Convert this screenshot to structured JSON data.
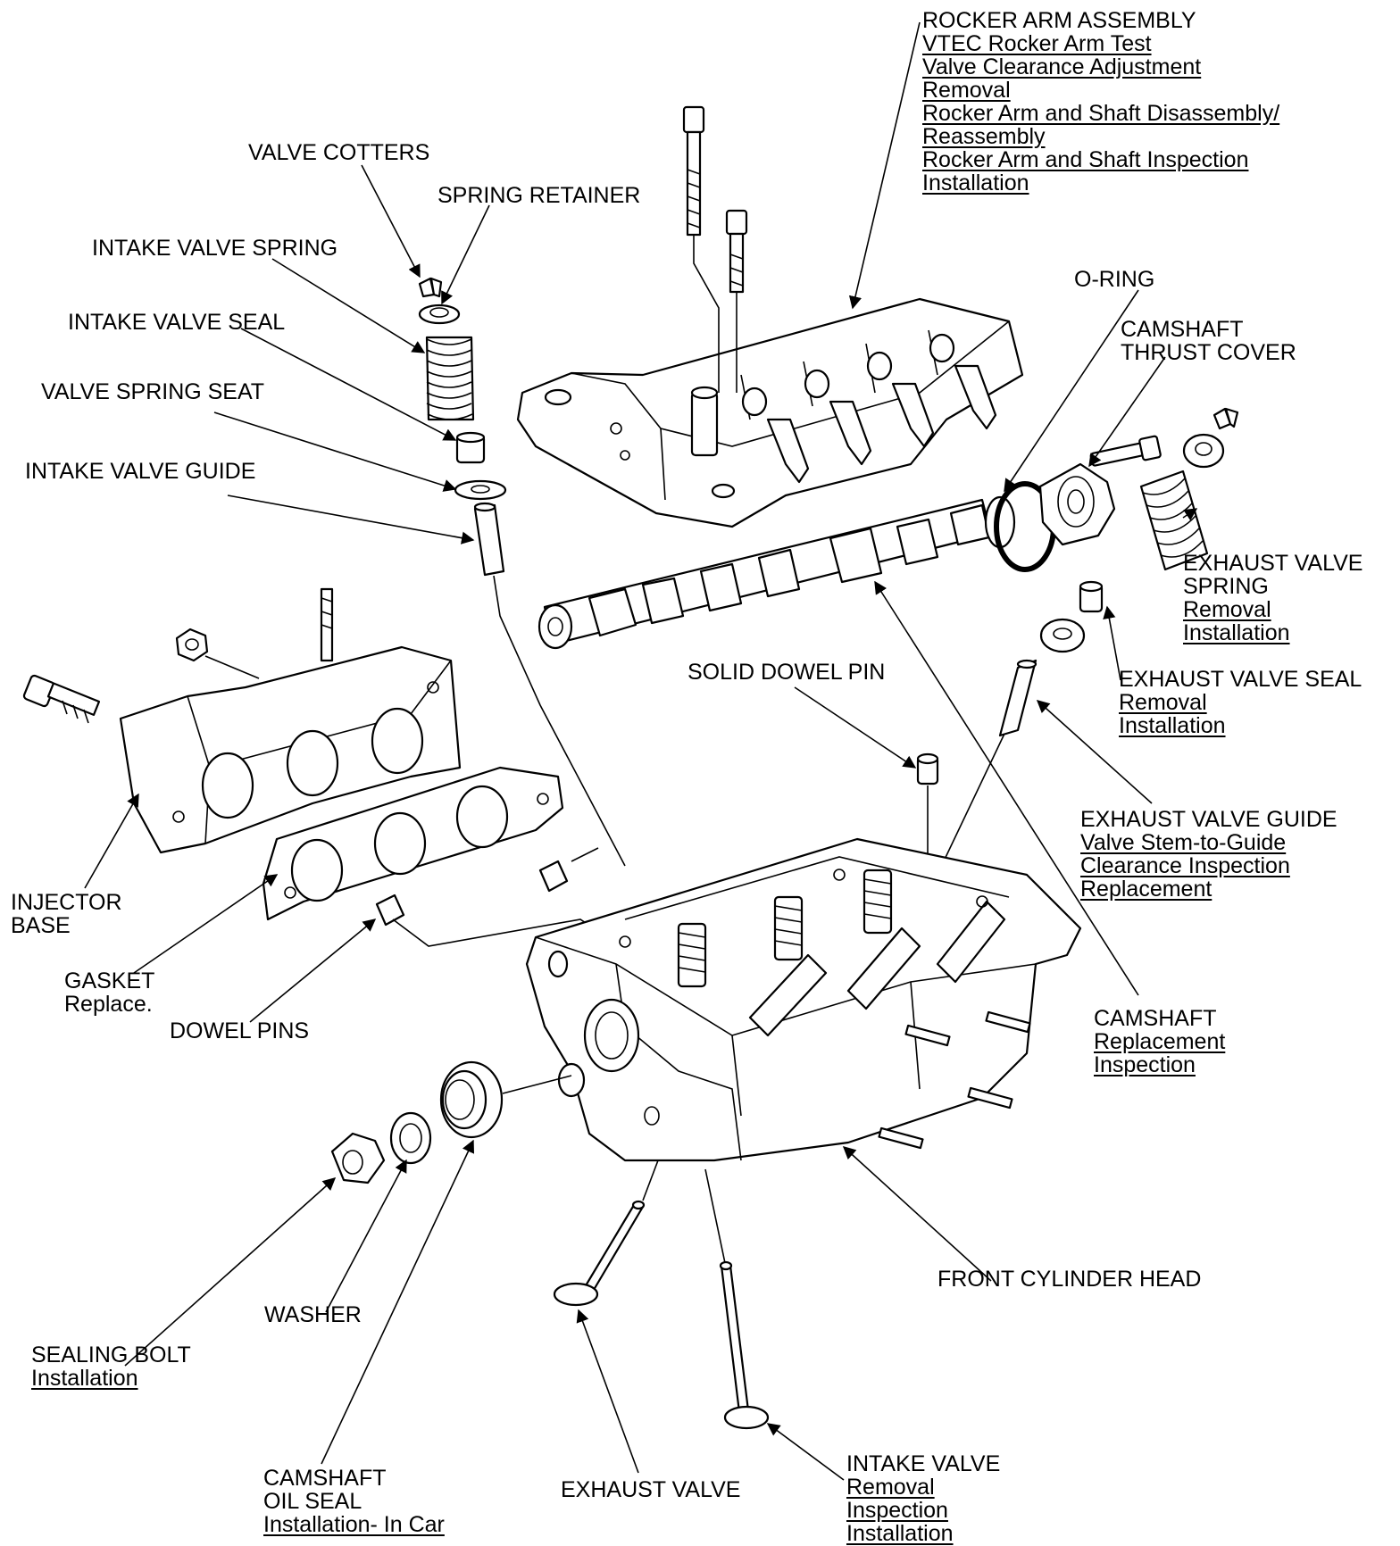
{
  "labels": {
    "rocker_arm": {
      "title": "ROCKER ARM ASSEMBLY",
      "links": [
        "VTEC Rocker Arm Test",
        "Valve Clearance Adjustment",
        "Removal",
        "Rocker Arm and Shaft Disassembly/",
        "Reassembly",
        "Rocker Arm and Shaft Inspection",
        "Installation"
      ]
    },
    "valve_cotters": {
      "title": "VALVE COTTERS"
    },
    "spring_retainer": {
      "title": "SPRING RETAINER"
    },
    "intake_valve_spring": {
      "title": "INTAKE VALVE SPRING"
    },
    "intake_valve_seal": {
      "title": "INTAKE VALVE SEAL"
    },
    "valve_spring_seat": {
      "title": "VALVE SPRING SEAT"
    },
    "intake_valve_guide": {
      "title": "INTAKE VALVE GUIDE"
    },
    "o_ring": {
      "title": "O-RING"
    },
    "camshaft_thrust_cover": {
      "lines": [
        "CAMSHAFT",
        "THRUST COVER"
      ]
    },
    "exhaust_valve_spring": {
      "lines": [
        "EXHAUST VALVE",
        "SPRING"
      ],
      "links": [
        "Removal",
        "Installation"
      ]
    },
    "solid_dowel_pin": {
      "title": "SOLID DOWEL PIN"
    },
    "exhaust_valve_seal": {
      "title": "EXHAUST VALVE SEAL",
      "links": [
        "Removal",
        "Installation"
      ]
    },
    "exhaust_valve_guide": {
      "title": "EXHAUST VALVE GUIDE",
      "links": [
        "Valve Stem-to-Guide",
        "Clearance Inspection",
        "Replacement"
      ]
    },
    "injector_base": {
      "lines": [
        "INJECTOR",
        "BASE"
      ]
    },
    "gasket": {
      "title": "GASKET",
      "note": "Replace."
    },
    "dowel_pins": {
      "title": "DOWEL PINS"
    },
    "camshaft": {
      "title": "CAMSHAFT",
      "links": [
        "Replacement",
        "Inspection"
      ]
    },
    "front_cylinder_head": {
      "title": "FRONT CYLINDER HEAD"
    },
    "washer": {
      "title": "WASHER"
    },
    "sealing_bolt": {
      "title": "SEALING BOLT",
      "links": [
        "Installation"
      ]
    },
    "camshaft_oil_seal": {
      "lines": [
        "CAMSHAFT",
        "OIL SEAL"
      ],
      "links": [
        "Installation- In Car"
      ]
    },
    "exhaust_valve": {
      "title": "EXHAUST VALVE"
    },
    "intake_valve": {
      "title": "INTAKE VALVE",
      "links": [
        "Removal",
        "Inspection",
        "Installation"
      ]
    }
  }
}
